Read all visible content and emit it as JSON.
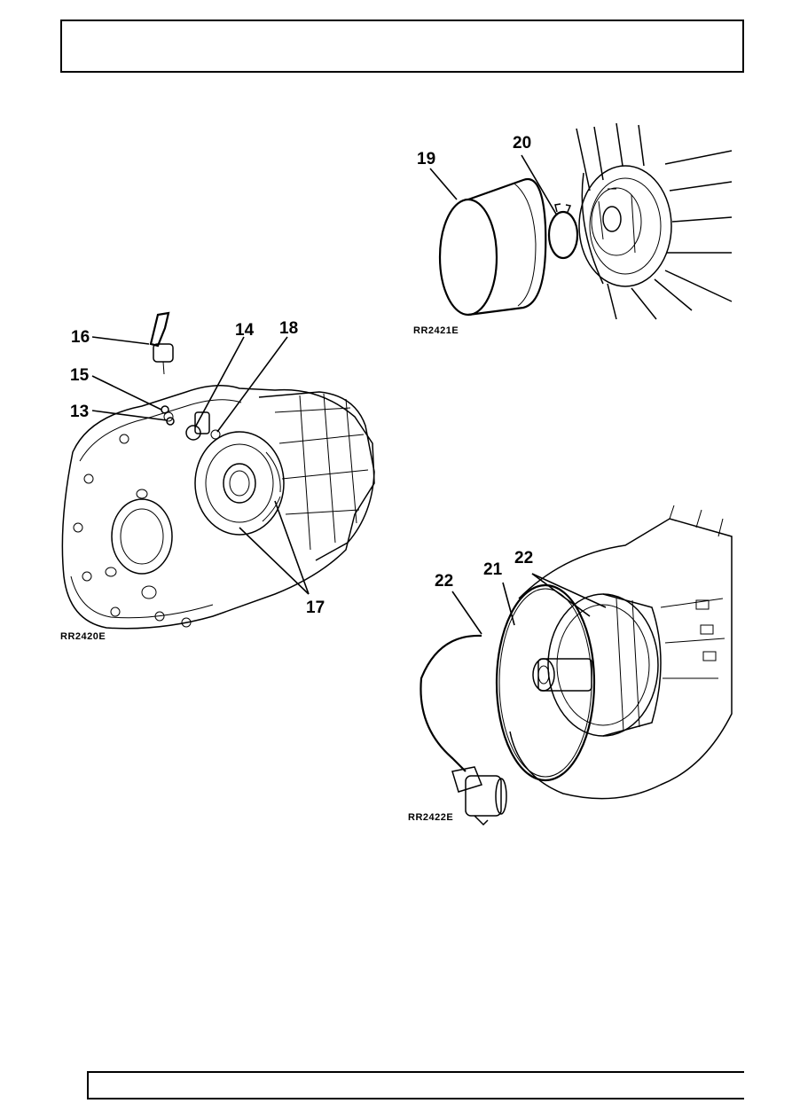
{
  "figures": [
    {
      "ref": "RR2420E",
      "callouts": [
        "16",
        "15",
        "13",
        "14",
        "18",
        "17"
      ]
    },
    {
      "ref": "RR2421E",
      "callouts": [
        "19",
        "20"
      ]
    },
    {
      "ref": "RR2422E",
      "callouts": [
        "22",
        "21",
        "22"
      ]
    }
  ]
}
